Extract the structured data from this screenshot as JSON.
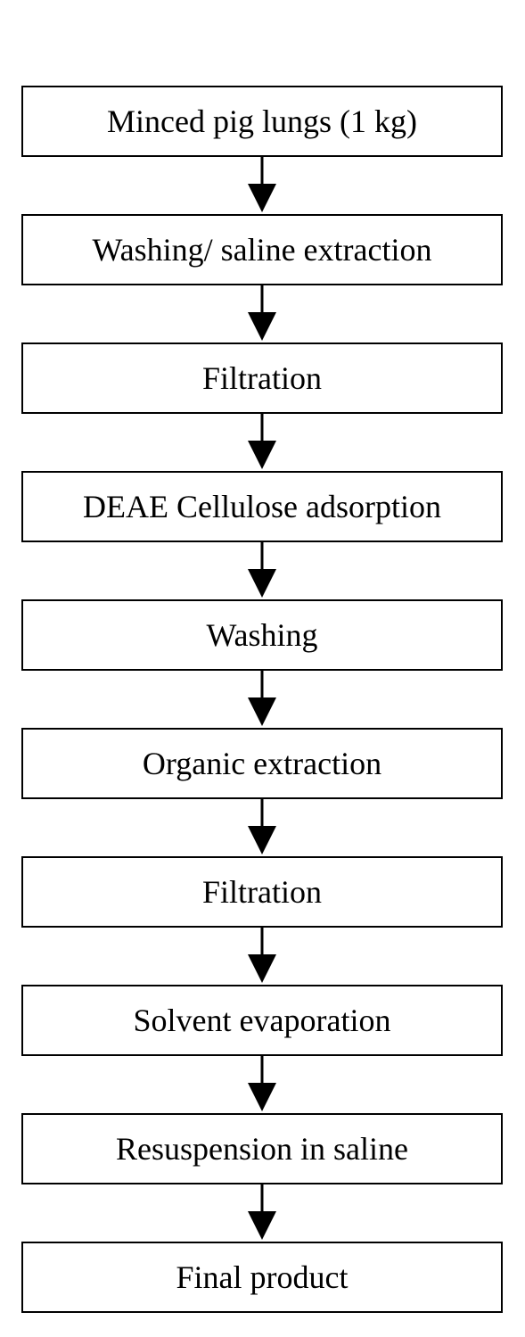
{
  "flowchart": {
    "steps": [
      {
        "label": "Minced pig lungs (1 kg)"
      },
      {
        "label": "Washing/ saline extraction"
      },
      {
        "label": "Filtration"
      },
      {
        "label": "DEAE Cellulose adsorption"
      },
      {
        "label": "Washing"
      },
      {
        "label": "Organic extraction"
      },
      {
        "label": "Filtration"
      },
      {
        "label": "Solvent evaporation"
      },
      {
        "label": "Resuspension in saline"
      },
      {
        "label": "Final product"
      }
    ],
    "line_color": "#000000",
    "fill_color": "#ffffff"
  }
}
